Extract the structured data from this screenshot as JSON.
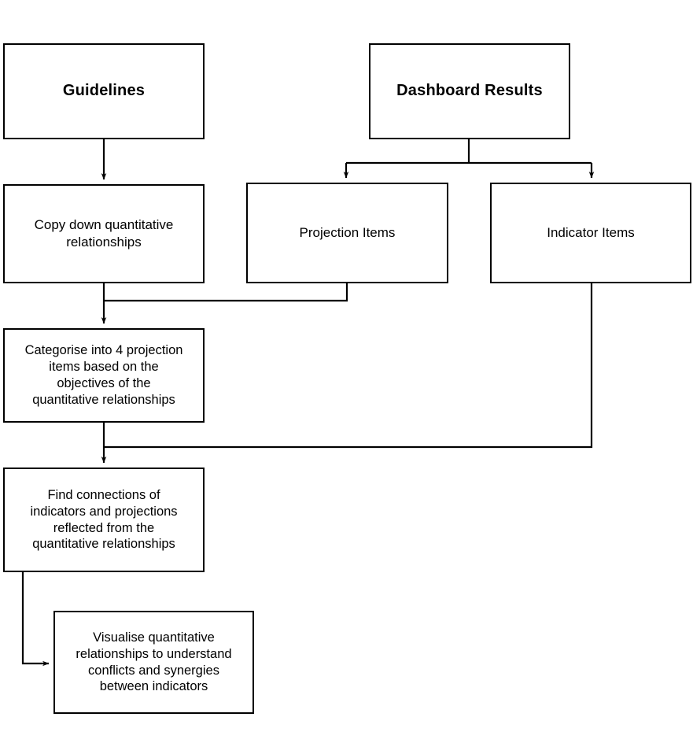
{
  "diagram": {
    "title": "Methodology flowchart linking guidelines and dashboard results",
    "stroke_color": "#000000",
    "fill_color": "#ffffff",
    "nodes": [
      {
        "id": "guidelines",
        "label": "Guidelines",
        "style": "header"
      },
      {
        "id": "dashboard_results",
        "label": "Dashboard Results",
        "style": "header"
      },
      {
        "id": "copy_down",
        "label": "Copy down quantitative\nrelationships",
        "style": "plain"
      },
      {
        "id": "projection_items",
        "label": "Projection Items",
        "style": "plain"
      },
      {
        "id": "indicator_items",
        "label": "Indicator Items",
        "style": "plain"
      },
      {
        "id": "categorise",
        "label": "Categorise into 4 projection\nitems based on the\nobjectives of the\nquantitative relationships",
        "style": "plain"
      },
      {
        "id": "find_connections",
        "label": "Find connections of\nindicators and projections\nreflected from the\nquantitative relationships",
        "style": "plain"
      },
      {
        "id": "visualise",
        "label": "Visualise quantitative\nrelationships to understand\nconflicts and synergies\nbetween indicators",
        "style": "plain"
      }
    ],
    "edges": [
      {
        "id": "guidelines-to-copy-down",
        "from": "guidelines",
        "to": "copy_down",
        "arrow": true
      },
      {
        "id": "dashboard-to-projection",
        "from": "dashboard_results",
        "to": "projection_items",
        "arrow": true
      },
      {
        "id": "dashboard-to-indicator",
        "from": "dashboard_results",
        "to": "indicator_items",
        "arrow": true
      },
      {
        "id": "copy-down-to-categorise",
        "from": "copy_down",
        "to": "categorise",
        "arrow": true
      },
      {
        "id": "projection-to-categorise",
        "from": "projection_items",
        "to": "categorise",
        "arrow": false
      },
      {
        "id": "categorise-to-find-connections",
        "from": "categorise",
        "to": "find_connections",
        "arrow": true
      },
      {
        "id": "indicator-to-find-connections",
        "from": "indicator_items",
        "to": "find_connections",
        "arrow": false
      },
      {
        "id": "find-connections-to-visualise",
        "from": "find_connections",
        "to": "visualise",
        "arrow": true
      }
    ]
  }
}
